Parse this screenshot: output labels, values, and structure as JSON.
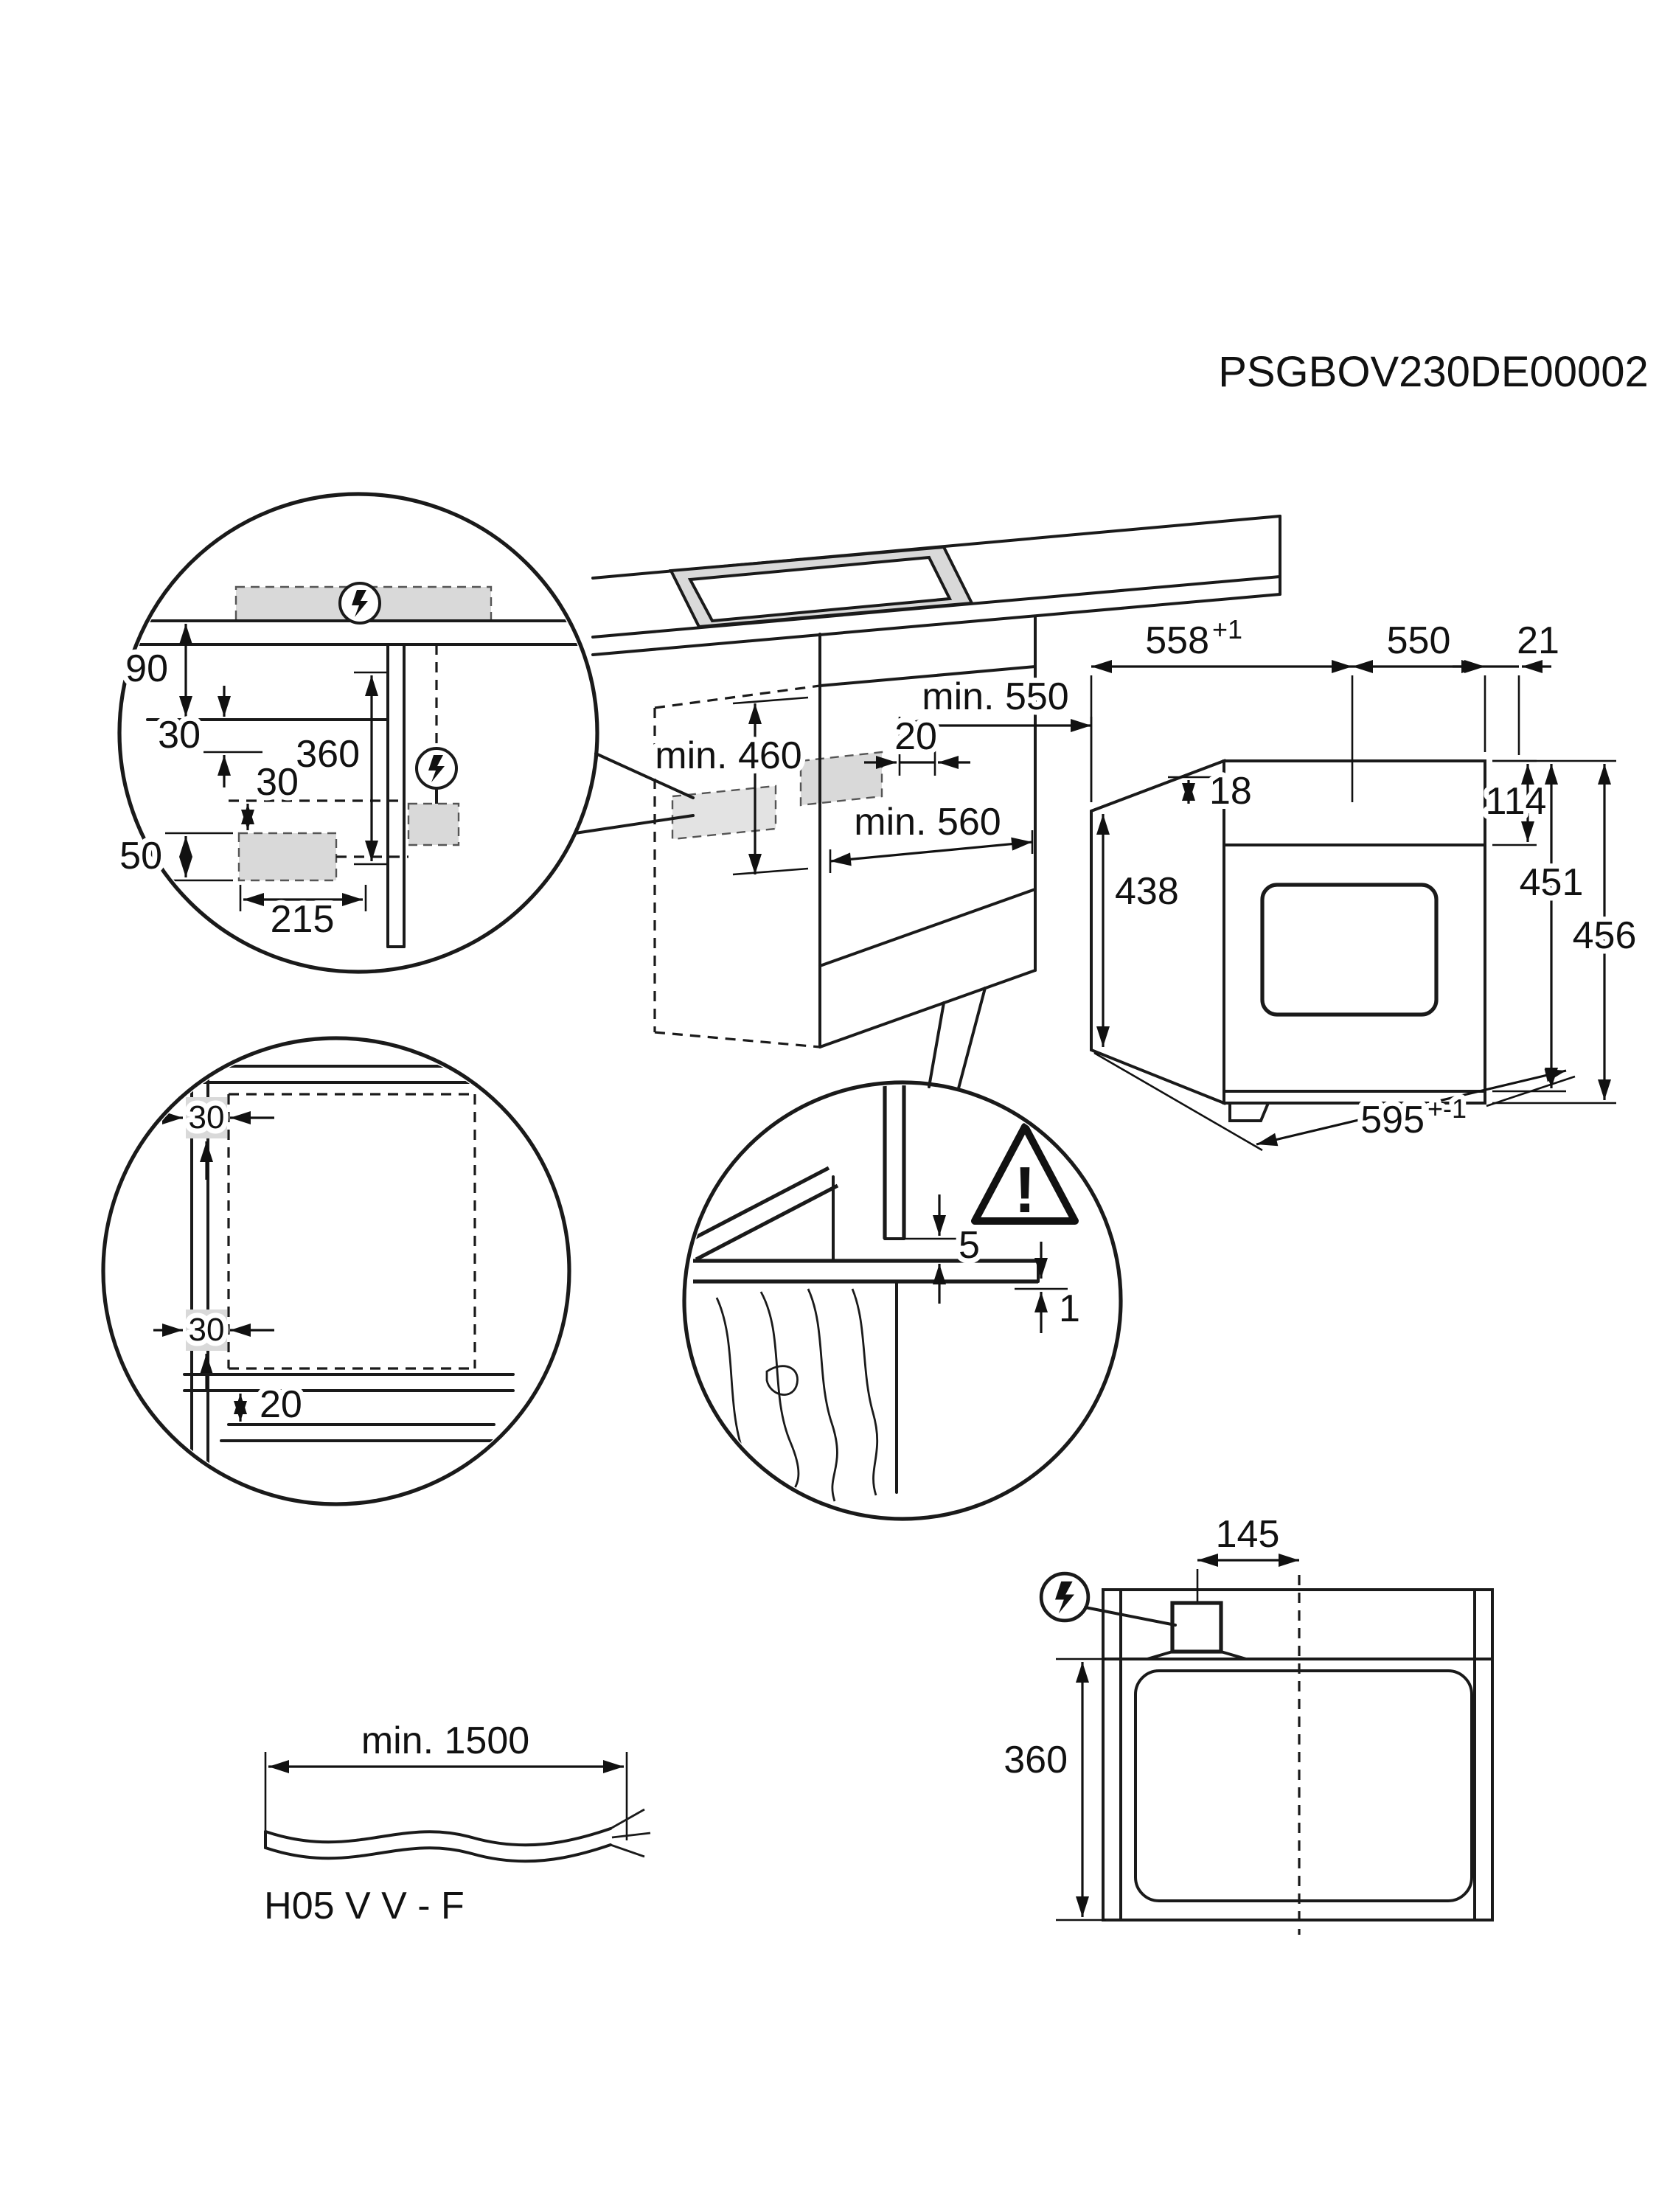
{
  "doc_code": "PSGBOV230DE00002",
  "colors": {
    "line": "#1a1a1a",
    "shade": "#d9d9d9"
  },
  "side_detail": {
    "dim_90": "90",
    "dim_30_upper": "30",
    "dim_360": "360",
    "dim_30_lower": "30",
    "dim_50": "50",
    "dim_215": "215"
  },
  "niche": {
    "min_height": "min. 460",
    "min_depth": "min. 550",
    "gap_20": "20",
    "min_width": "min. 560"
  },
  "oven": {
    "width_base": "558",
    "width_sup": "+1",
    "depth_550": "550",
    "front_21": "21",
    "panel_114": "114",
    "top_18": "18",
    "rear_height_438": "438",
    "front_height_451": "451",
    "total_height_456": "456",
    "total_depth_base": "595",
    "total_depth_sup": "+-1"
  },
  "front_detail": {
    "dim_30_top": "30",
    "dim_30_bottom": "30",
    "dim_20": "20"
  },
  "gap_detail": {
    "dim_5": "5",
    "dim_1": "1",
    "warning_mark": "!"
  },
  "top_view": {
    "dim_145": "145",
    "dim_360": "360"
  },
  "cable": {
    "min_length": "min. 1500",
    "type": "H05 V V - F"
  }
}
